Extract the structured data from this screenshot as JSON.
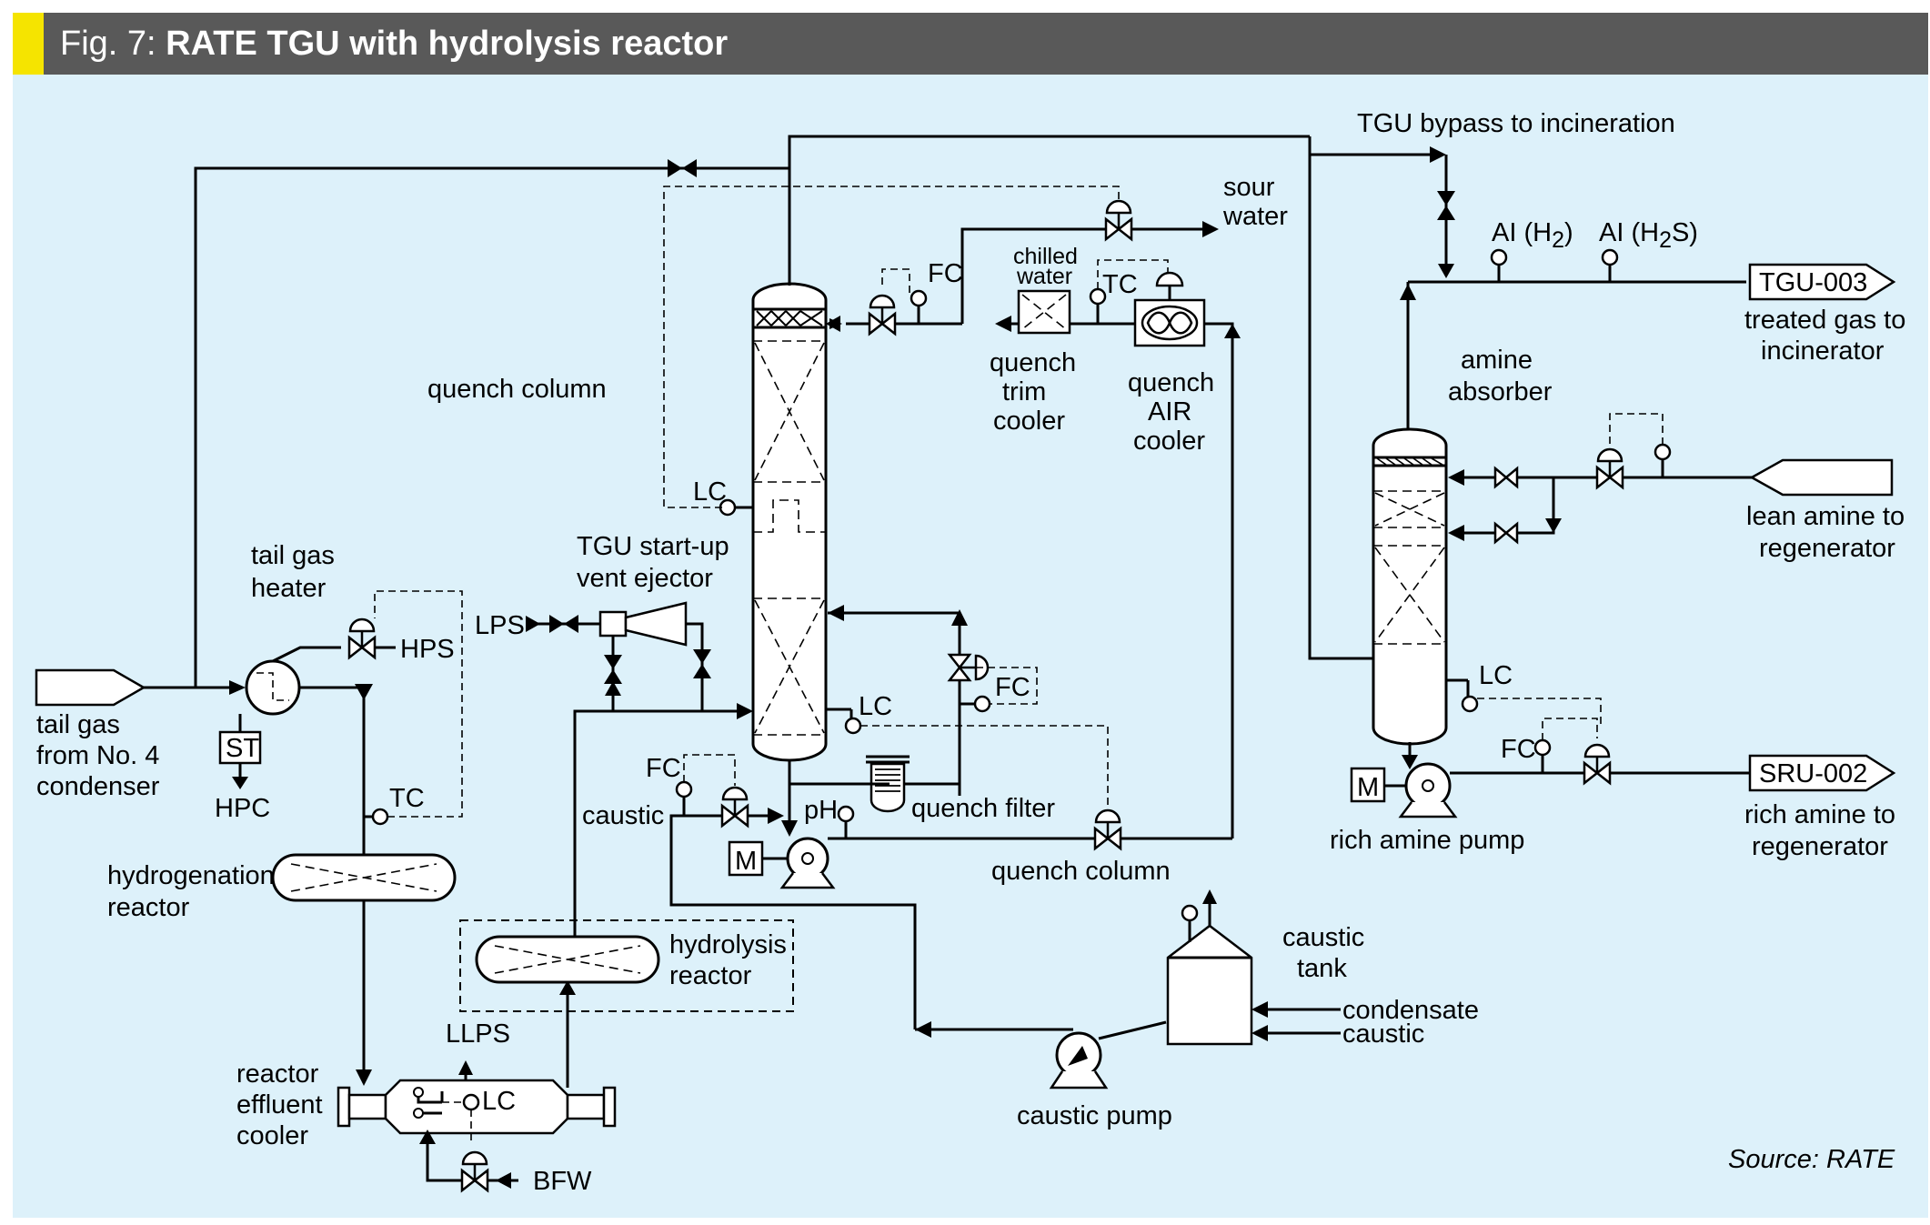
{
  "header": {
    "fig_label": "Fig. 7:",
    "title": "RATE TGU with hydrolysis reactor",
    "accent_color": "#f5e400",
    "bar_color": "#595959"
  },
  "panel_color": "#ddf1fa",
  "labels": {
    "tgu_bypass": "TGU bypass to incineration",
    "sour_water_1": "sour",
    "sour_water_2": "water",
    "chilled_water_1": "chilled",
    "chilled_water_2": "water",
    "fc_top": "FC",
    "tc_air": "TC",
    "quench_column_top": "quench column",
    "quench_trim_1": "quench",
    "quench_trim_2": "trim",
    "quench_trim_3": "cooler",
    "quench_air_1": "quench",
    "quench_air_2": "AIR",
    "quench_air_3": "cooler",
    "ai_h2": "AI (H",
    "ai_h2_sub": "2",
    "ai_h2_close": ")",
    "ai_h2s": "AI (H",
    "ai_h2s_sub": "2",
    "ai_h2s_close": "S)",
    "tgu003": "TGU-003",
    "treated_gas_1": "treated gas to",
    "treated_gas_2": "incinerator",
    "amine_absorber_1": "amine",
    "amine_absorber_2": "absorber",
    "lean_amine_1": "lean amine to",
    "lean_amine_2": "regenerator",
    "lc_column": "LC",
    "tgu_startup_1": "TGU start-up",
    "tgu_startup_2": "vent ejector",
    "tail_gas_heater_1": "tail gas",
    "tail_gas_heater_2": "heater",
    "hps": "HPS",
    "lps": "LPS",
    "fc_mid": "FC",
    "lc_bottom": "LC",
    "lc_absorber": "LC",
    "tail_gas_1": "tail gas",
    "tail_gas_2": "from No. 4",
    "tail_gas_3": "condenser",
    "st": "ST",
    "hpc": "HPC",
    "tc_heater": "TC",
    "fc_caustic": "FC",
    "caustic": "caustic",
    "ph": "pH",
    "quench_filter": "quench filter",
    "m_quench": "M",
    "quench_column_bottom": "quench column",
    "fc_rich": "FC",
    "sru002": "SRU-002",
    "m_rich": "M",
    "rich_amine_pump": "rich amine pump",
    "rich_amine_1": "rich amine to",
    "rich_amine_2": "regenerator",
    "hydrogenation_1": "hydrogenation",
    "hydrogenation_2": "reactor",
    "hydrolysis_1": "hydrolysis",
    "hydrolysis_2": "reactor",
    "caustic_tank_1": "caustic",
    "caustic_tank_2": "tank",
    "condensate": "condensate",
    "caustic_in": "caustic",
    "llps": "LLPS",
    "lc_cooler": "LC",
    "reactor_effluent_1": "reactor",
    "reactor_effluent_2": "effluent",
    "reactor_effluent_3": "cooler",
    "caustic_pump": "caustic pump",
    "bfw": "BFW",
    "source": "Source: RATE"
  }
}
